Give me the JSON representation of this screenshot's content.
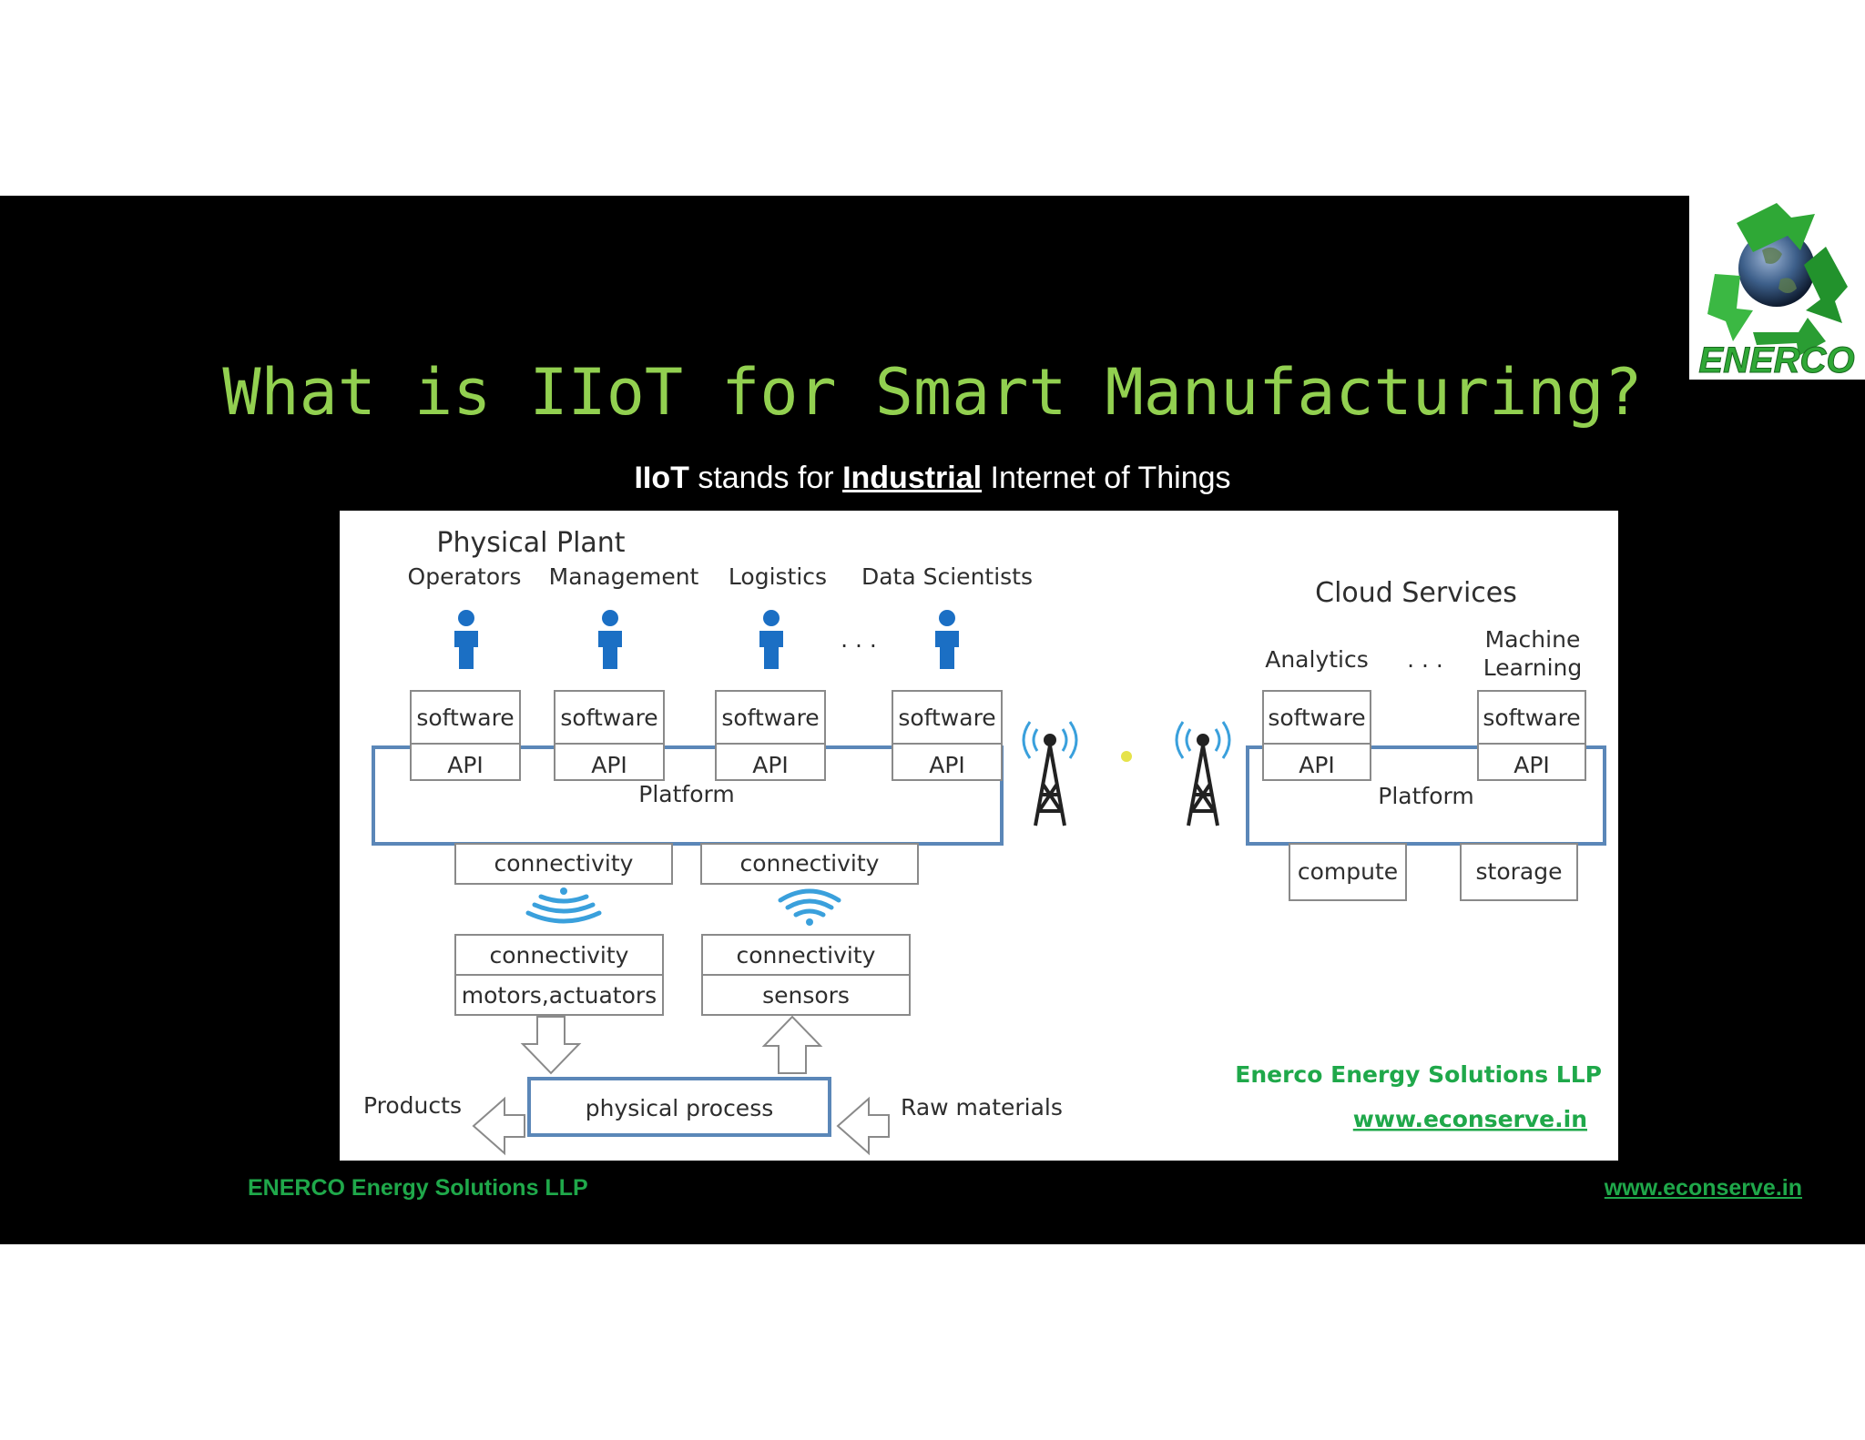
{
  "slide": {
    "title": "What is IIoT for Smart Manufacturing?",
    "subtitle": {
      "abbr": "IIoT",
      "part1": " stands for ",
      "emphasis": "Industrial",
      "part2": " Internet of Things"
    },
    "footer_left": "ENERCO Energy Solutions LLP",
    "footer_right": "www.econserve.in",
    "logo_text": "ENERCO"
  },
  "diagram": {
    "plant": {
      "title": "Physical Plant",
      "roles": [
        "Operators",
        "Management",
        "Logistics",
        "Data Scientists"
      ],
      "ellipsis": ". . .",
      "software_label": "software",
      "api_label": "API",
      "platform_label": "Platform",
      "connectivity_label": "connectivity",
      "devices": [
        "motors,actuators",
        "sensors"
      ],
      "process_label": "physical process",
      "products_label": "Products",
      "raw_label": "Raw materials"
    },
    "cloud": {
      "title": "Cloud Services",
      "analytics": "Analytics",
      "ellipsis": ". . .",
      "ml_line1": "Machine",
      "ml_line2": "Learning",
      "software_label": "software",
      "api_label": "API",
      "platform_label": "Platform",
      "compute_label": "compute",
      "storage_label": "storage"
    },
    "company": "Enerco Energy Solutions LLP",
    "website": "www.econserve.in"
  },
  "colors": {
    "title": "#92d050",
    "footer": "#1fa84a",
    "platform_border": "#5b87b8",
    "person_blue": "#1b6fc4",
    "wifi": "#3aa0dc"
  }
}
